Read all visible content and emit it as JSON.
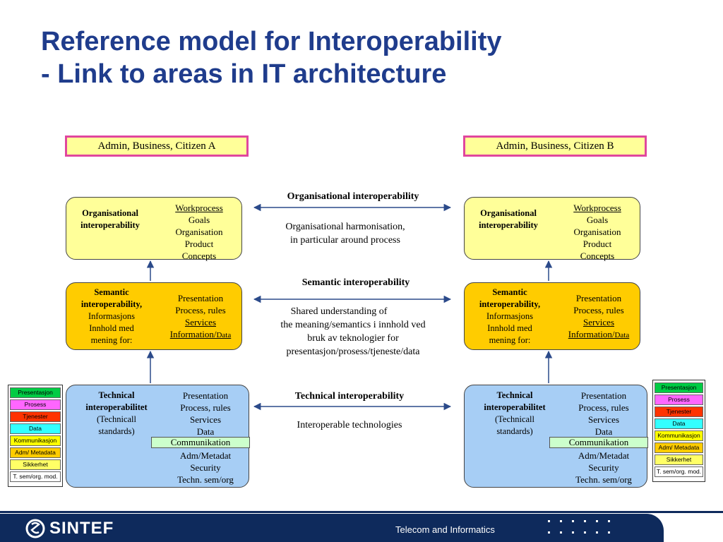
{
  "title": {
    "line1": "Reference model for Interoperability",
    "line2": "- Link to areas in IT architecture"
  },
  "actors": {
    "a": "Admin, Business, Citizen  A",
    "b": "Admin, Business, Citizen  B"
  },
  "left": {
    "org": {
      "label1": "Organisational",
      "label2": "interoperability",
      "items": [
        "Workprocess",
        "Goals",
        "Organisation",
        "Product",
        "Concepts"
      ]
    },
    "sem": {
      "label1": "Semantic",
      "label2": "interoperability,",
      "label3": "Informasjons",
      "label4": "Innhold med",
      "label5": "mening for:",
      "items": [
        "Presentation",
        "Process, rules",
        "Services",
        "Information/",
        "Data"
      ]
    },
    "tech": {
      "label1": "Technical",
      "label2": "interoperabilitet",
      "label3": "(Technicall",
      "label4": "standards)",
      "items": [
        "Presentation",
        "Process, rules",
        "Services",
        "Data"
      ],
      "comm": "Communikation",
      "items2": [
        "Adm/Metadat",
        "Security",
        "Techn. sem/org"
      ]
    }
  },
  "right": {
    "org": {
      "label1": "Organisational",
      "label2": "interoperability",
      "items": [
        "Workprocess",
        "Goals",
        "Organisation",
        "Product",
        "Concepts"
      ]
    },
    "sem": {
      "label1": "Semantic",
      "label2": "interoperability,",
      "label3": "Informasjons",
      "label4": "Innhold med",
      "label5": "mening for:",
      "items": [
        "Presentation",
        "Process, rules",
        "Services",
        "Information/",
        "Data"
      ]
    },
    "tech": {
      "label1": "Technical",
      "label2": "interoperabilitet",
      "label3": "(Technicall",
      "label4": "standards)",
      "items": [
        "Presentation",
        "Process, rules",
        "Services",
        "Data"
      ],
      "comm": "Communikation",
      "items2": [
        "Adm/Metadat",
        "Security",
        "Techn. sem/org"
      ]
    }
  },
  "middle": {
    "org_heading": "Organisational interoperability",
    "org_text1": "Organisational harmonisation,",
    "org_text2": "in particular around process",
    "sem_heading": "Semantic interoperability",
    "sem_text1": "Shared understanding of",
    "sem_text2": "the meaning/semantics i innhold ved",
    "sem_text3": "bruk av teknologier for",
    "sem_text4": "presentasjon/prosess/tjeneste/data",
    "tech_heading": "Technical interoperability",
    "tech_text": "Interoperable technologies"
  },
  "legend_items": [
    {
      "label": "Presentasjon",
      "color": "#00cc44"
    },
    {
      "label": "Prosess",
      "color": "#ff66ff"
    },
    {
      "label": "Tjenester",
      "color": "#ff3300"
    },
    {
      "label": "Data",
      "color": "#33ffff"
    },
    {
      "label": "Kommunikasjon",
      "color": "#ffff00"
    },
    {
      "label": "Adm/ Metadata",
      "color": "#ffcc00"
    },
    {
      "label": "Sikkerhet",
      "color": "#ffff66"
    },
    {
      "label": "T. sem/org. mod.",
      "color": "#ffffff"
    }
  ],
  "footer": {
    "brand": "SINTEF",
    "department": "Telecom and Informatics"
  },
  "colors": {
    "title": "#1f3c8c",
    "footer": "#0e2a5c",
    "actor_border": "#e0479e",
    "org_box": "#ffff99",
    "sem_box": "#ffcc00",
    "tech_box": "#a7cef5",
    "arrow": "#2b4a8a"
  }
}
